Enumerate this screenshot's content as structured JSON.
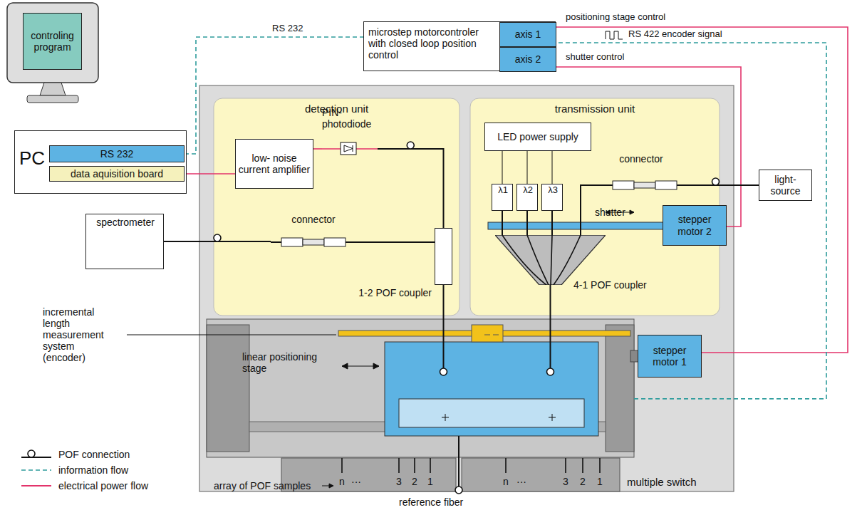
{
  "diagram": {
    "nodes": [
      {
        "text": [
          "controling program"
        ]
      },
      {
        "text": [
          "PC"
        ]
      },
      {
        "text": [
          "RS 232"
        ],
        "in": 1
      },
      {
        "text": [
          "data aquisition board"
        ],
        "in": 1
      },
      {
        "text": [
          "microstep motorcontroler with closed loop position control"
        ]
      },
      {
        "text": [
          "axis 1"
        ],
        "in": 4
      },
      {
        "text": [
          "axis 2"
        ],
        "in": 4
      },
      {
        "text": [
          "multiple switch"
        ]
      },
      {
        "text": [
          "detection unit"
        ],
        "in": 7
      },
      {
        "text": [
          "low- noise current amplifier"
        ],
        "in": 8
      },
      {
        "text": [
          "PIN- photodiode"
        ],
        "in": 8
      },
      {
        "text": [
          "connector"
        ],
        "in": 8
      },
      {
        "text": [
          "1-2 POF coupler"
        ],
        "in": 8
      },
      {
        "text": [
          "transmission unit"
        ],
        "in": 7
      },
      {
        "text": [
          "LED power supply"
        ],
        "in": 13
      },
      {
        "text": [
          "connector"
        ],
        "in": 13
      },
      {
        "text": [
          "λ1"
        ],
        "in": 13
      },
      {
        "text": [
          "λ2"
        ],
        "in": 13
      },
      {
        "text": [
          "λ3"
        ],
        "in": 13
      },
      {
        "text": [
          "shutter"
        ],
        "in": 13
      },
      {
        "text": [
          "stepper motor 2"
        ],
        "in": 7
      },
      {
        "text": [
          "4-1 POF coupler"
        ],
        "in": 13
      },
      {
        "text": [
          "linear positioning stage"
        ],
        "in": 7
      },
      {
        "text": [
          "stepper motor 1"
        ],
        "in": 7
      },
      {
        "text": [
          "spectrometer"
        ]
      },
      {
        "text": [
          "light- source"
        ]
      }
    ],
    "edges": [
      {
        "from": 2,
        "to": 4,
        "arrow": "none",
        "label": "RS 232"
      },
      {
        "from": 3,
        "to": 9,
        "arrow": "none"
      },
      {
        "from": 9,
        "to": 10,
        "arrow": "none"
      },
      {
        "from": 5,
        "to": 23,
        "arrow": "none",
        "label": "positioning stage control"
      },
      {
        "from": 22,
        "to": 5,
        "arrow": "none",
        "label": "RS 422 encoder signal"
      },
      {
        "from": 6,
        "to": 20,
        "arrow": "none",
        "label": "shutter control"
      },
      {
        "from": 25,
        "to": 15,
        "arrow": "none"
      },
      {
        "from": 15,
        "to": 21,
        "arrow": "none"
      },
      {
        "from": 14,
        "to": 16,
        "arrow": "none"
      },
      {
        "from": 14,
        "to": 17,
        "arrow": "none"
      },
      {
        "from": 14,
        "to": 18,
        "arrow": "none"
      },
      {
        "from": 16,
        "to": 21,
        "arrow": "none"
      },
      {
        "from": 17,
        "to": 21,
        "arrow": "none"
      },
      {
        "from": 18,
        "to": 21,
        "arrow": "none"
      },
      {
        "from": 21,
        "to": 22,
        "arrow": "none"
      },
      {
        "from": 10,
        "to": 12,
        "arrow": "none"
      },
      {
        "from": 24,
        "to": 11,
        "arrow": "none"
      },
      {
        "from": 11,
        "to": 12,
        "arrow": "none"
      },
      {
        "from": 12,
        "to": 22,
        "arrow": "none"
      }
    ],
    "labels": [
      "incremental length measurement system (encoder)",
      "array of POF samples",
      "n",
      "···",
      "3",
      "2",
      "1",
      "n",
      "···",
      "3",
      "2",
      "1",
      "reference fiber"
    ],
    "legend": [
      {
        "text": "POF connection"
      },
      {
        "text": "information flow"
      },
      {
        "text": "electrical power flow"
      }
    ]
  }
}
